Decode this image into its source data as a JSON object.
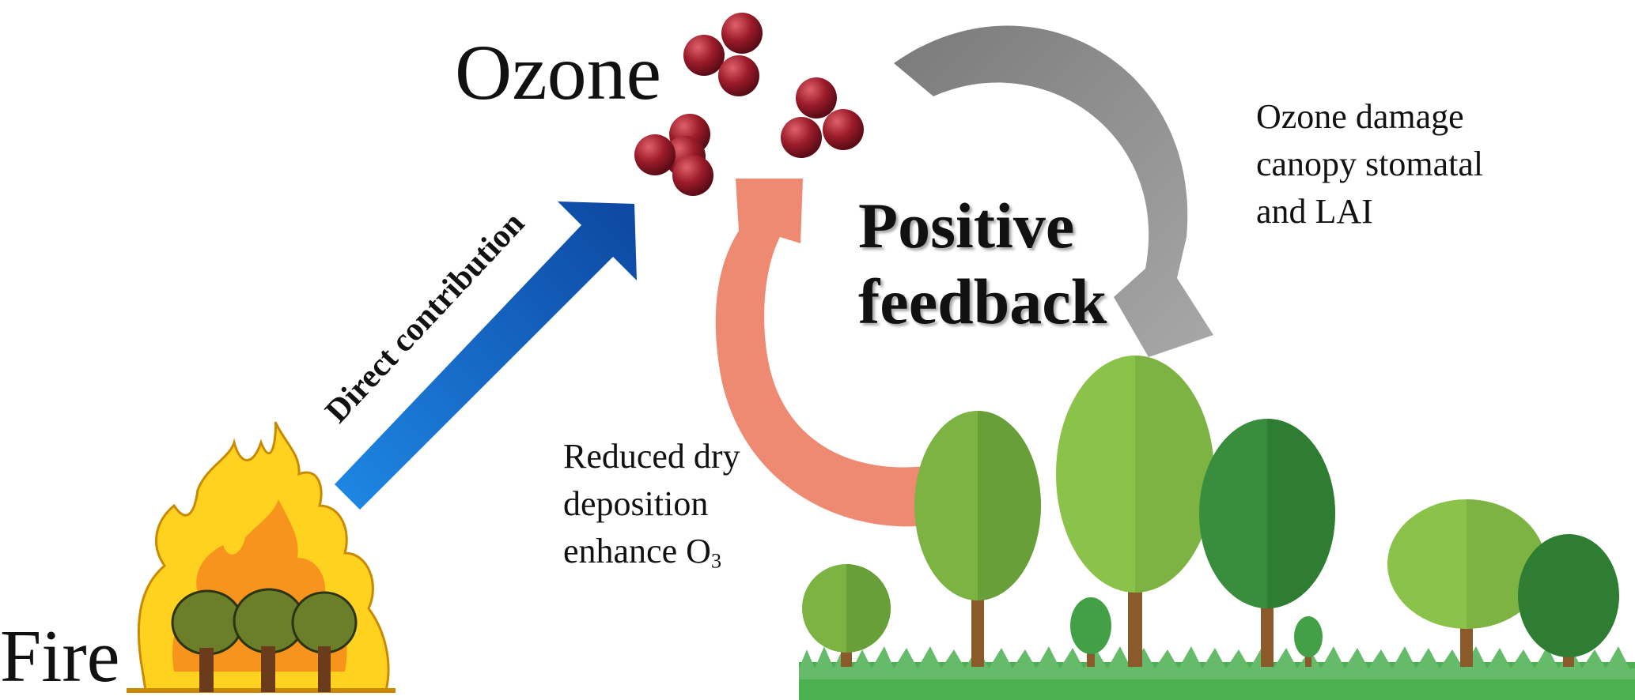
{
  "labels": {
    "ozone": "Ozone",
    "fire": "Fire",
    "direct_contribution": "Direct contribution",
    "positive_feedback_line1": "Positive",
    "positive_feedback_line2": "feedback",
    "damage_line1": "Ozone damage",
    "damage_line2": "canopy stomatal",
    "damage_line3": "and LAI",
    "reduced_line1": "Reduced dry",
    "reduced_line2": "deposition",
    "reduced_line3_prefix": "enhance O",
    "reduced_line3_sub": "3"
  },
  "colors": {
    "blue_arrow": "#1565c0",
    "salmon_arrow": "#ef8a72",
    "grey_arrow": "#8f8f8f",
    "ozone_molecule": "#9b1b2a",
    "flame_outer": "#ffd21f",
    "flame_inner": "#f7941d",
    "tree_dark": "#2e8b3a",
    "tree_light": "#7cb342",
    "trunk": "#8b5a2b",
    "grass": "#4caf50"
  }
}
